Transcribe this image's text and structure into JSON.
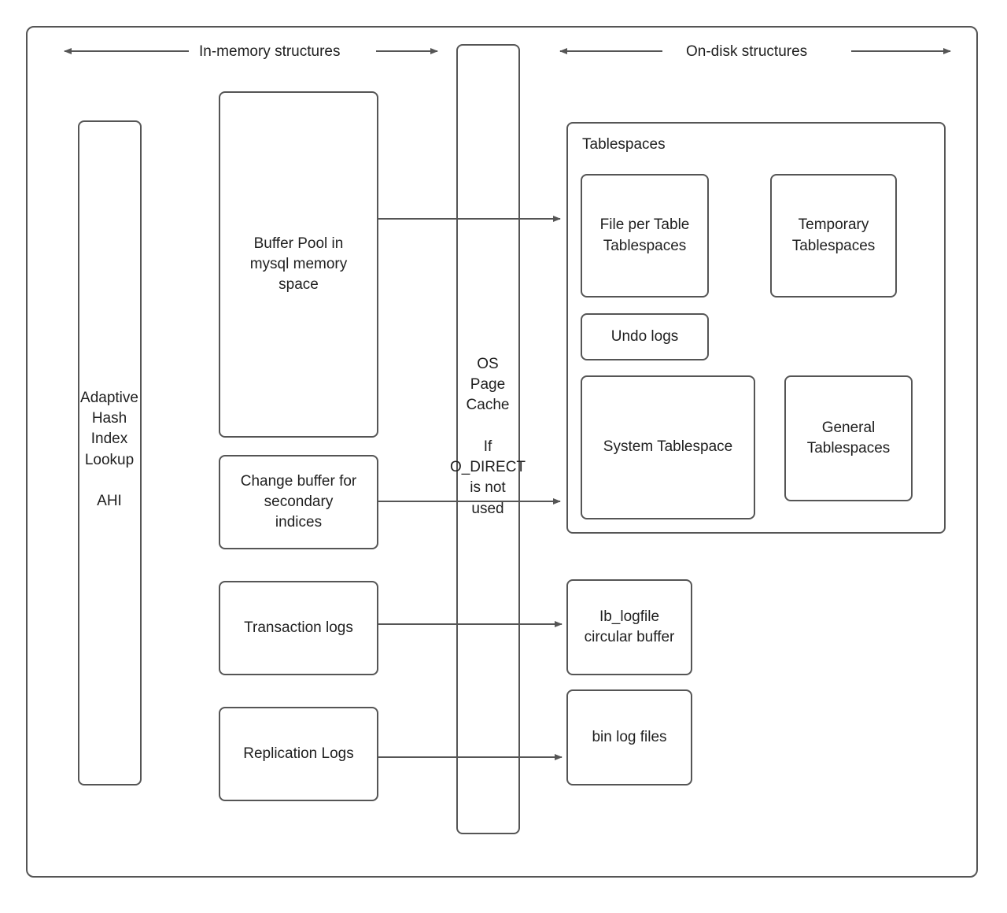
{
  "diagram": {
    "title_left": "In-memory structures",
    "title_right": "On-disk structures",
    "stroke_color": "#555555",
    "text_color": "#1f1f1f",
    "background": "#ffffff"
  },
  "in_memory": {
    "ahi": {
      "line1": "Adaptive",
      "line2": "Hash",
      "line3": "Index",
      "line4": "Lookup",
      "line5": "AHI"
    },
    "buffer_pool": {
      "line1": "Buffer Pool in",
      "line2": "mysql memory",
      "line3": "space"
    },
    "change_buffer": {
      "line1": "Change buffer for",
      "line2": "secondary",
      "line3": "indices"
    },
    "transaction_logs": {
      "label": "Transaction logs"
    },
    "replication_logs": {
      "label": "Replication Logs"
    }
  },
  "os_page_cache": {
    "line1": "OS",
    "line2": "Page",
    "line3": "Cache",
    "line4": "If",
    "line5": "O_DIRECT",
    "line6": "is not",
    "line7": "used"
  },
  "on_disk": {
    "tablespaces": {
      "title": "Tablespaces",
      "file_per_table": {
        "line1": "File per Table",
        "line2": "Tablespaces"
      },
      "temporary": {
        "line1": "Temporary",
        "line2": "Tablespaces"
      },
      "undo_logs": {
        "label": "Undo logs"
      },
      "system_tablespace": {
        "label": "System Tablespace"
      },
      "general_tablespaces": {
        "line1": "General",
        "line2": "Tablespaces"
      }
    },
    "ib_logfile": {
      "line1": "Ib_logfile",
      "line2": "circular buffer"
    },
    "bin_log_files": {
      "label": "bin log files"
    }
  }
}
